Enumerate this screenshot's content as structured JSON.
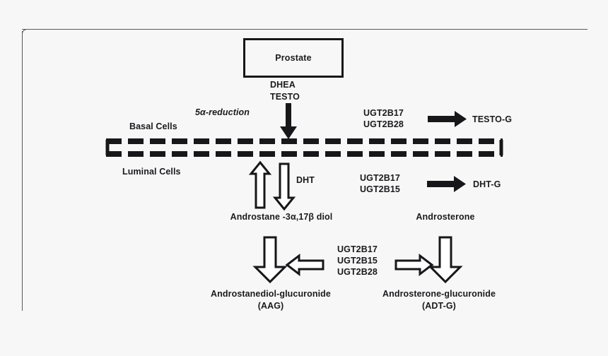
{
  "figure": {
    "title_box": {
      "label": "Prostate"
    },
    "substrates": {
      "line1": "DHEA",
      "line2": "TESTO"
    },
    "reaction_label": "5α-reduction",
    "membrane": {
      "upper_label": "Basal Cells",
      "lower_label": "Luminal Cells"
    },
    "testo_branch": {
      "enzymes": [
        "UGT2B17",
        "UGT2B28"
      ],
      "product": "TESTO-G"
    },
    "dht_branch": {
      "metabolite": "DHT",
      "enzymes": [
        "UGT2B17",
        "UGT2B15"
      ],
      "product": "DHT-G"
    },
    "metabolites": {
      "left": "Androstane -3α,17β diol",
      "right": "Androsterone"
    },
    "glucuronidation": {
      "enzymes": [
        "UGT2B17",
        "UGT2B15",
        "UGT2B28"
      ],
      "left_product_name": "Androstanediol-glucuronide",
      "left_product_abbr": "(AAG)",
      "right_product_name": "Androsterone-glucuronide",
      "right_product_abbr": "(ADT-G)"
    },
    "colors": {
      "ink": "#1b1b1e",
      "outline": "#17171a",
      "frame": "#58595b",
      "background": "#f7f7f7"
    }
  }
}
